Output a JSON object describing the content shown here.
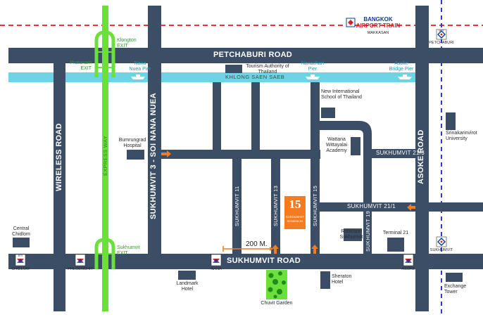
{
  "roads": {
    "petchaburi": "PETCHABURI ROAD",
    "sukhumvit": "SUKHUMVIT ROAD",
    "wireless": "WIRELESS ROAD",
    "asoke": "ASOKE ROAD",
    "soi3": "SUKHUMVIT 3 - SOI NANA NUEA",
    "soi11": "SUKHUMVIT 11",
    "soi13": "SUKHUMVIT 13",
    "soi15": "SUKHUMVIT 15",
    "soi19": "SUKHUMVIT 19",
    "soi21_1": "SUKHUMVIT 21/1",
    "soi21_3": "SUKHUMVIT 21/3",
    "expressway": "EXPRESS WAY",
    "canal": "KHLONG SAEN SAEB"
  },
  "airport_train": {
    "line1": "BANGKOK",
    "line2": "AIRPORT TRAIN",
    "station": "MAKKASAN"
  },
  "exits": {
    "klongton": "Klongton EXIT",
    "pratunam": "Pratunam EXIT",
    "sukhumvit": "Sukhumvit EXIT"
  },
  "piers": {
    "nana": "Nana Nuea Pier",
    "nanachart": "Nanachart Pier",
    "asoke": "Asoke Bridge Pier"
  },
  "stations": {
    "chidlom": "CHIDLOM",
    "phloenchit": "PHLOENCHIT",
    "nana": "NANA",
    "asoke": "ASOKE",
    "sukhumvit_mrt": "SUKHUMVIT",
    "petchaburi_mrt": "PETCHABURI",
    "bts_logo": "BTS",
    "mrt_logo": "MRT"
  },
  "landmarks": {
    "tat": "Tourism Authority of Thailand",
    "nis": "New International School of Thailand",
    "bumrungrad": "Bumrungrad Hospital",
    "wattana": "Wattana Wittayalai Academy",
    "srinakharinwirot": "Srinakarinvirot University",
    "central": "Central Chidlom",
    "robinson": "Robinson Sukhumvit",
    "terminal21": "Terminal 21",
    "landmark": "Landmark Hotel",
    "sheraton": "Sheraton Hotel",
    "chuvit": "Chuvit Garden",
    "exchange": "Exchange Tower"
  },
  "hotel": {
    "number": "15",
    "name": "SUKHUMVIT",
    "sub": "RESIDENCES"
  },
  "distance": "200 M.",
  "colors": {
    "road": "#3c4d66",
    "canal": "#6fd3e6",
    "expressway": "#6bdf3a",
    "hotel": "#f47b20",
    "rail_red": "#e03a3a",
    "rail_blue": "#2b3ec9"
  }
}
